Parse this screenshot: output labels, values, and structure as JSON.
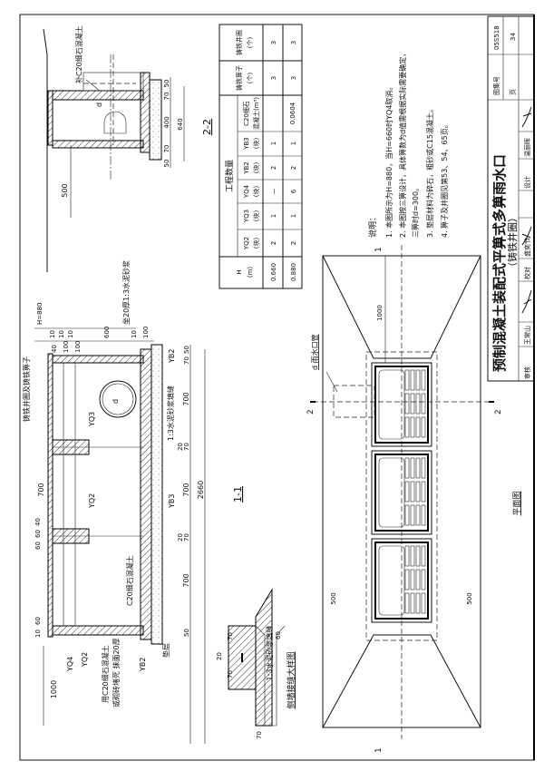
{
  "title_block": {
    "title": "预制混凝土装配式平箅式多箅雨水口",
    "subtitle": "（铸铁井圈）",
    "atlas_label": "图集号",
    "atlas_no": "05S518",
    "page_label": "页",
    "page_no": "34",
    "review_label": "审核",
    "reviewer": "王常山",
    "check_label": "校对",
    "checker": "盛奕节",
    "design_label": "设计",
    "designer": "温丽晖"
  },
  "notes": {
    "heading": "说明：",
    "items": [
      "1. 本图所示为H=880，当H=660时YQ4取消。",
      "2. 本图按三箅设计，具体箅数为d值需根据实际需要确定，",
      "    三箅时d=300。",
      "3. 垫层材料为碎石，粗砂或C15混凝土。",
      "4. 箅子及井圈见第53、54、65页。"
    ]
  },
  "table": {
    "group_header": "工程数量",
    "headers": [
      "H\n(m)",
      "YQ2\n(块)",
      "YQ3\n(块)",
      "YQ4\n(块)",
      "YB2\n(块)",
      "YB3\n(块)",
      "C20细石\n混凝土(m³)",
      "铸铁箅子\n(个)",
      "铸铁井圈\n(个)"
    ],
    "rows": [
      [
        "0.660",
        "2",
        "1",
        "—",
        "2",
        "1",
        "0.0604",
        "3",
        "3"
      ],
      [
        "0.880",
        "2",
        "1",
        "6",
        "2",
        "1",
        "0.0604",
        "3",
        "3"
      ]
    ]
  },
  "section_2_2": {
    "label": "2-2",
    "callout": "补C20细石混凝土",
    "dims": [
      "50",
      "70",
      "400",
      "70",
      "50",
      "640",
      "500",
      "d"
    ]
  },
  "section_1_1": {
    "label": "1-1",
    "callouts": [
      "铸铁井圈及铸铁箅子",
      "坐20厚1:3水泥砂浆",
      "1:3水泥砂浆填缝",
      "C20细石混凝土",
      "用C20细石混凝土",
      "或砌砖堵死  抹面20厚",
      "垫层"
    ],
    "parts": [
      "YQ3",
      "YQ2",
      "YQ4",
      "YB2",
      "YB3"
    ],
    "dims": [
      "H=880",
      "10",
      "10",
      "10",
      "10",
      "600",
      "100",
      "40",
      "100",
      "100",
      "700",
      "40",
      "60",
      "60",
      "10",
      "60",
      "1000",
      "50",
      "70",
      "700",
      "20",
      "70",
      "2660",
      "50",
      "d"
    ]
  },
  "detail": {
    "label": "侧墙接缝大样图",
    "callout": "1:3水泥砂浆填缝",
    "dims": [
      "20",
      "70",
      "70",
      "60",
      "70"
    ]
  },
  "plan": {
    "label": "平面图",
    "pipe_label": "d 雨水口管",
    "dims": [
      "1000",
      "500",
      "500"
    ],
    "cut_marks": [
      "1",
      "1",
      "2",
      "2"
    ]
  }
}
